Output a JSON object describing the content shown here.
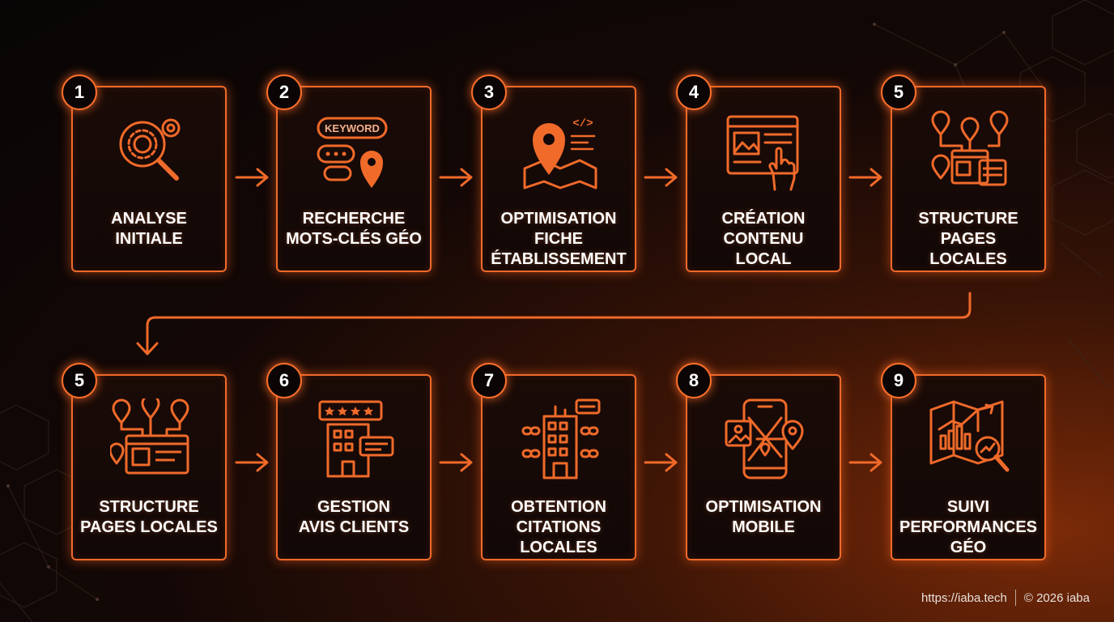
{
  "steps_row1": [
    {
      "number": "1",
      "lines": [
        "ANALYSE",
        "INITIALE"
      ],
      "icon": "magnifier-gears-icon"
    },
    {
      "number": "2",
      "lines": [
        "RECHERCHE",
        "MOTS-CLÉS GÉO"
      ],
      "icon": "keyword-pin-icon",
      "icon_text": "KEYWORD"
    },
    {
      "number": "3",
      "lines": [
        "OPTIMISATION",
        "FICHE",
        "ÉTABLISSEMENT"
      ],
      "icon": "map-pin-code-icon",
      "icon_text": "</>"
    },
    {
      "number": "4",
      "lines": [
        "CRÉATION",
        "CONTENU",
        "LOCAL"
      ],
      "icon": "content-editor-hand-icon"
    },
    {
      "number": "5",
      "lines": [
        "STRUCTURE",
        "PAGES",
        "LOCALES"
      ],
      "icon": "local-pages-pins-icon"
    }
  ],
  "steps_row2": [
    {
      "number": "5",
      "lines": [
        "STRUCTURE",
        "PAGES LOCALES"
      ],
      "icon": "local-pages-pins-icon"
    },
    {
      "number": "6",
      "lines": [
        "GESTION",
        "AVIS CLIENTS"
      ],
      "icon": "building-reviews-icon"
    },
    {
      "number": "7",
      "lines": [
        "OBTENTION",
        "CITATIONS",
        "LOCALES"
      ],
      "icon": "building-citations-icon"
    },
    {
      "number": "8",
      "lines": [
        "OPTIMISATION",
        "MOBILE"
      ],
      "icon": "mobile-map-icon"
    },
    {
      "number": "9",
      "lines": [
        "SUIVI",
        "PERFORMANCES",
        "GÉO"
      ],
      "icon": "map-chart-analytics-icon"
    }
  ],
  "footer": {
    "url": "https://iaba.tech",
    "copyright": "© 2026 iaba"
  },
  "colors": {
    "accent": "#f06a2a",
    "background": "#0c0605",
    "text": "#ffffff"
  }
}
